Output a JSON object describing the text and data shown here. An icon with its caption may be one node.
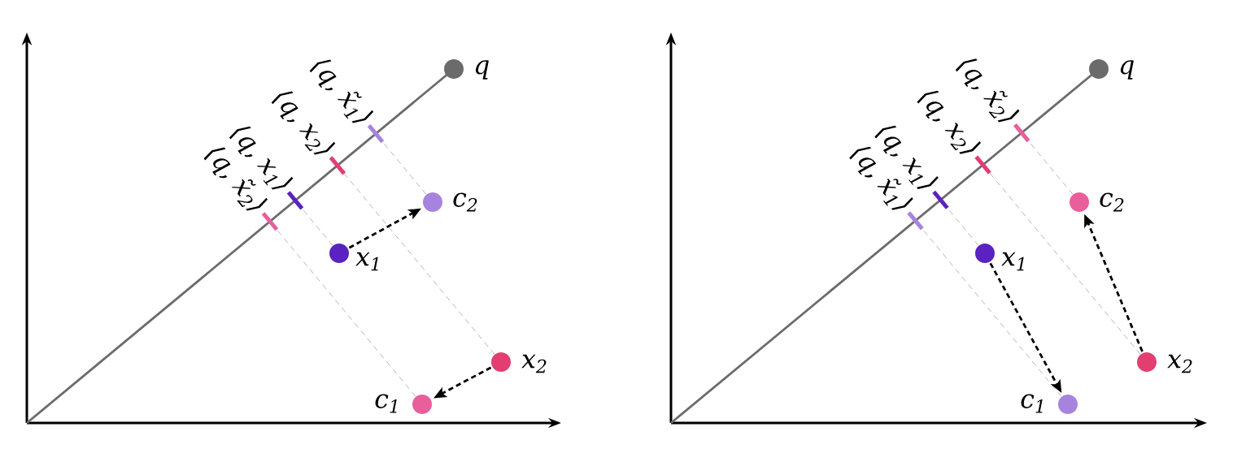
{
  "diagram": {
    "nodes": [
      {
        "text": [],
        "shape": "circle",
        "beside": [
          "q"
        ]
      },
      {
        "text": [],
        "shape": "bar",
        "beside": [
          "⟨q, x̃$_{1}$⟩"
        ]
      },
      {
        "text": [],
        "shape": "bar",
        "beside": [
          "⟨q, x$_{2}$⟩"
        ]
      },
      {
        "text": [],
        "shape": "bar",
        "beside": [
          "⟨q, x$_{1}$⟩"
        ]
      },
      {
        "text": [],
        "shape": "bar",
        "beside": [
          "⟨q, x̃$_{2}$⟩"
        ]
      },
      {
        "text": [],
        "shape": "circle",
        "beside": [
          "c$_{2}$"
        ]
      },
      {
        "text": [],
        "shape": "circle",
        "beside": [
          "x$_{1}$"
        ]
      },
      {
        "text": [],
        "shape": "circle",
        "beside": [
          "x$_{2}$"
        ]
      },
      {
        "text": [],
        "shape": "circle",
        "beside": [
          "c$_{1}$"
        ]
      },
      {
        "text": [],
        "shape": "circle",
        "beside": [
          "q"
        ]
      },
      {
        "text": [],
        "shape": "bar",
        "beside": [
          "⟨q, x̃$_{2}$⟩"
        ]
      },
      {
        "text": [],
        "shape": "bar",
        "beside": [
          "⟨q, x$_{2}$⟩"
        ]
      },
      {
        "text": [],
        "shape": "bar",
        "beside": [
          "⟨q, x$_{1}$⟩"
        ]
      },
      {
        "text": [],
        "shape": "bar",
        "beside": [
          "⟨q, x̃$_{1}$⟩"
        ]
      },
      {
        "text": [],
        "shape": "circle",
        "beside": [
          "c$_{2}$"
        ]
      },
      {
        "text": [],
        "shape": "circle",
        "beside": [
          "x$_{1}$"
        ]
      },
      {
        "text": [],
        "shape": "circle",
        "beside": [
          "x$_{2}$"
        ]
      },
      {
        "text": [],
        "shape": "circle",
        "beside": [
          "c$_{1}$"
        ]
      }
    ],
    "edges": [
      {
        "from": 5,
        "to": 1,
        "arrow": "none",
        "style": "dashed",
        "color": "#b3b3b3"
      },
      {
        "from": 7,
        "to": 2,
        "arrow": "none",
        "style": "dashed",
        "color": "#b3b3b3"
      },
      {
        "from": 6,
        "to": 3,
        "arrow": "none",
        "style": "dashed",
        "color": "#b3b3b3"
      },
      {
        "from": 8,
        "to": 4,
        "arrow": "none",
        "style": "dashed",
        "color": "#b3b3b3"
      },
      {
        "from": 6,
        "to": 5,
        "arrow": "to",
        "style": "dashed",
        "color": "#000000"
      },
      {
        "from": 7,
        "to": 8,
        "arrow": "to",
        "style": "dashed",
        "color": "#000000"
      },
      {
        "from": 14,
        "to": 10,
        "arrow": "none",
        "style": "dashed",
        "color": "#b3b3b3"
      },
      {
        "from": 16,
        "to": 11,
        "arrow": "none",
        "style": "dashed",
        "color": "#b3b3b3"
      },
      {
        "from": 15,
        "to": 12,
        "arrow": "none",
        "style": "dashed",
        "color": "#b3b3b3"
      },
      {
        "from": 17,
        "to": 13,
        "arrow": "none",
        "style": "dashed",
        "color": "#b3b3b3"
      },
      {
        "from": 15,
        "to": 17,
        "arrow": "to",
        "style": "dashed",
        "color": "#000000"
      },
      {
        "from": 16,
        "to": 14,
        "arrow": "to",
        "style": "dashed",
        "color": "#000000"
      }
    ]
  }
}
